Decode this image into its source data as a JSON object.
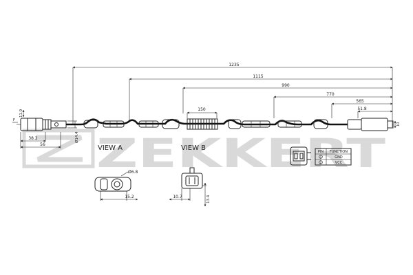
{
  "watermark": {
    "brand": "ZEKKERT"
  },
  "dimensions": {
    "total_length": "1235",
    "d1115": "1115",
    "d990": "990",
    "d770": "770",
    "d565": "565",
    "d51_8": "51.8",
    "d150": "150",
    "d11_9": "11.9",
    "d38_2": "38.2",
    "d56": "56",
    "d_dia14_4": "Ø14.4",
    "d_dia6_8": "Ø6.8",
    "d15_2": "15.2",
    "d10_7": "10.7",
    "d13_4": "13.4",
    "d10_right": "10"
  },
  "views": {
    "view_a": "VIEW A",
    "view_b": "VIEW B"
  },
  "pin_table": {
    "headers": [
      "PIN",
      "FUNCTION"
    ],
    "rows": [
      {
        "pin": "1",
        "function": "GND"
      },
      {
        "pin": "2",
        "function": "VCC"
      }
    ]
  }
}
